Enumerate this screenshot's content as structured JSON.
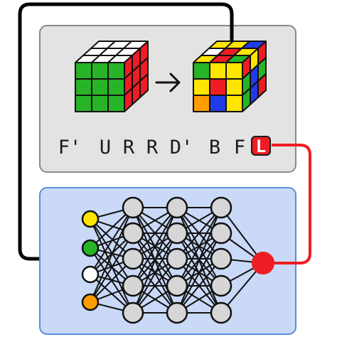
{
  "moves": {
    "sequence": [
      "F'",
      "U",
      "R",
      "R",
      "D'",
      "B",
      "F"
    ],
    "highlighted": "L"
  },
  "colors": {
    "panel_top": "#e3e3e3",
    "panel_bottom": "#c9d9f7",
    "panel_bottom_border": "#5b8fd8",
    "accent_red": "#ee1d24",
    "arrow_black": "#000000",
    "cube_green": "#27b427",
    "cube_red": "#ee1d24",
    "cube_white": "#ffffff",
    "cube_yellow": "#ffe500",
    "cube_blue": "#1f3ce6",
    "cube_orange": "#ff9c00"
  },
  "icons": {
    "solved_cube": "solved-cube-icon",
    "scrambled_cube": "scrambled-cube-icon",
    "transform_arrow": "right-arrow-icon",
    "network": "neural-network-icon"
  },
  "cubes": {
    "solved": {
      "top": [
        "W",
        "W",
        "W",
        "W",
        "W",
        "W",
        "W",
        "W",
        "W"
      ],
      "front": [
        "G",
        "G",
        "G",
        "G",
        "G",
        "G",
        "G",
        "G",
        "G"
      ],
      "right": [
        "R",
        "R",
        "R",
        "R",
        "R",
        "R",
        "R",
        "R",
        "R"
      ]
    },
    "scrambled": {
      "top": [
        "Y",
        "Y",
        "B",
        "W",
        "R",
        "Y",
        "Y",
        "R",
        "G"
      ],
      "front": [
        "G",
        "Y",
        "Y",
        "Y",
        "R",
        "Y",
        "O",
        "B",
        "Y"
      ],
      "right": [
        "R",
        "Y",
        "R",
        "G",
        "B",
        "G",
        "G",
        "B",
        "R"
      ]
    }
  },
  "network": {
    "input_nodes": [
      "Y",
      "G",
      "W",
      "O"
    ],
    "hidden_layers": [
      5,
      5,
      5
    ],
    "output_nodes": 1
  }
}
